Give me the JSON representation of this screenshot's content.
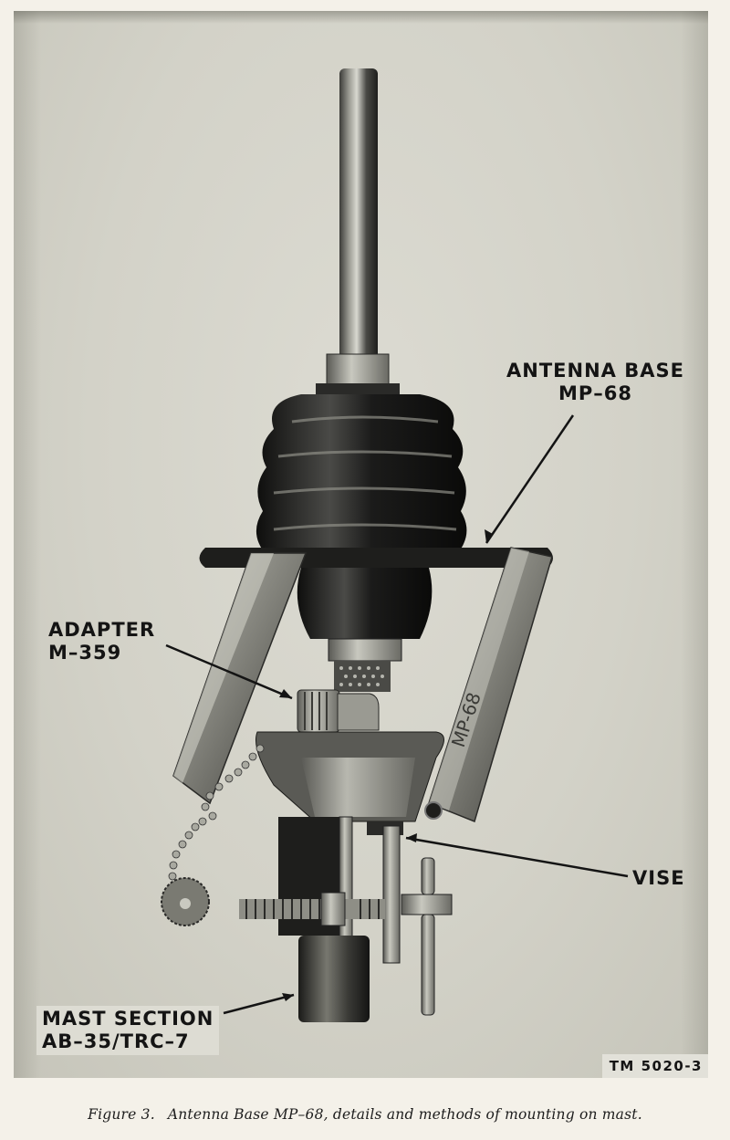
{
  "figure": {
    "number": "Figure 3.",
    "caption": "Antenna Base MP–68, details and methods of mounting on mast.",
    "document_code": "TM 5020-3",
    "engraving": "MP-68",
    "callouts": [
      {
        "id": "antenna-base",
        "line1": "ANTENNA BASE",
        "line2": "MP–68"
      },
      {
        "id": "adapter",
        "line1": "ADAPTER",
        "line2": "M–359"
      },
      {
        "id": "vise",
        "line1": "VISE"
      },
      {
        "id": "mast-section",
        "line1": "MAST SECTION",
        "line2": "AB–35/TRC–7"
      }
    ]
  },
  "colors": {
    "page_background": "#f4f1e9",
    "photo_background": "#d3d2c8",
    "ink": "#141414"
  }
}
